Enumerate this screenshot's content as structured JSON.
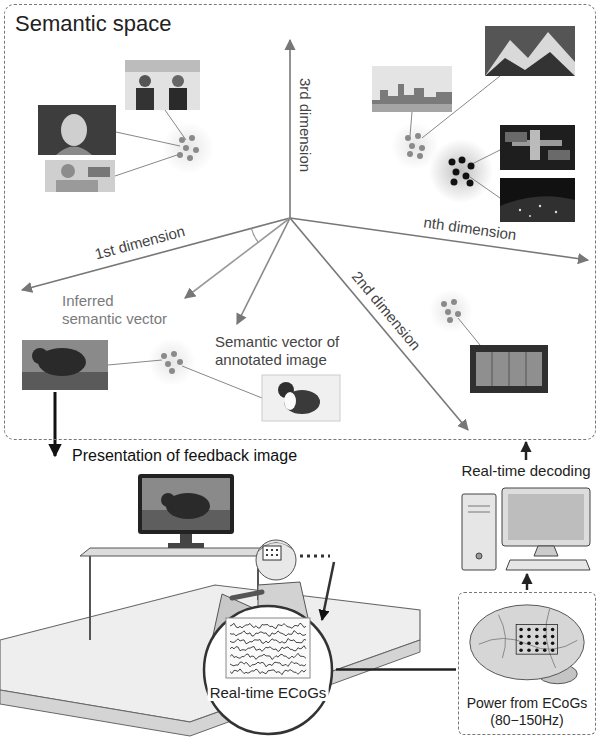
{
  "diagram": {
    "nodes": [
      {
        "text": [
          "Semantic space"
        ]
      },
      {
        "text": [
          "Real-time decoding"
        ]
      },
      {
        "text": [
          "Real-time ECoGs"
        ]
      },
      {
        "text": [
          "Power from ECoGs (80−150Hz)"
        ]
      }
    ],
    "edges": [
      {
        "from": 3,
        "to": 1,
        "arrow": "to"
      },
      {
        "from": 1,
        "to": 0,
        "arrow": "to"
      },
      {
        "from": 2,
        "to": 3,
        "arrow": "none"
      }
    ],
    "labels": [
      "3rd dimension",
      "1st dimension",
      "nth dimension",
      "2nd dimension",
      "Inferred semantic vector",
      "Semantic vector of annotated image",
      "Presentation of feedback image"
    ]
  }
}
